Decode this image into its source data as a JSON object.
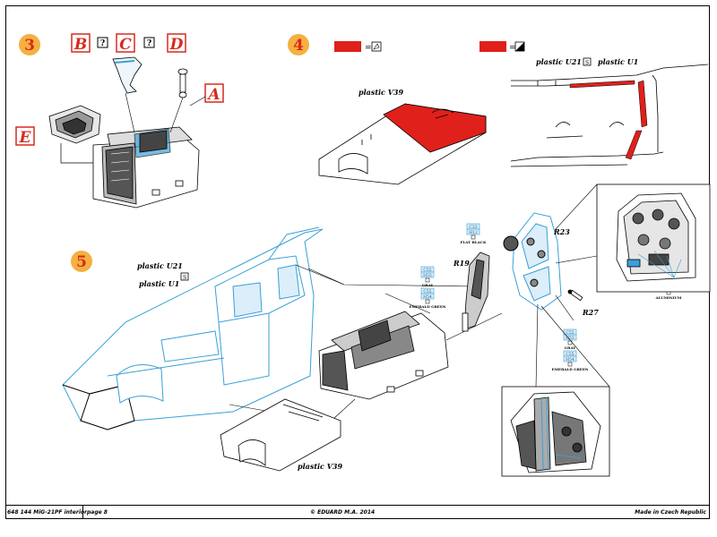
{
  "colors": {
    "step_circle_fill": "#f5b041",
    "step_circle_text": "#d62b1e",
    "red": "#e0201b",
    "blue": "#3aa0d8",
    "line": "#000000"
  },
  "steps": [
    {
      "number": "3"
    },
    {
      "number": "4"
    },
    {
      "number": "5"
    }
  ],
  "step3": {
    "parts": [
      "B",
      "C",
      "D",
      "A",
      "E"
    ],
    "query_glyph": "?"
  },
  "step4": {
    "legend": [
      {
        "symbol": "=",
        "icon": "photo-etch-icon"
      },
      {
        "symbol": "=",
        "icon": "halftone-icon"
      }
    ],
    "label_v39": "plastic V39",
    "label_u21": "plastic U21",
    "label_u1": "plastic U1",
    "sym_u21": "S"
  },
  "step5": {
    "label_u21": "plastic U21",
    "sym_u21": "S",
    "label_u1": "plastic U1",
    "label_v39": "plastic V39",
    "parts": {
      "r19": "R19",
      "r23": "R23",
      "r27": "R27"
    },
    "colors": [
      {
        "codes": [
          "C33",
          "H12"
        ],
        "name": "FLAT BLACK"
      },
      {
        "codes": [
          "C55",
          "H55"
        ],
        "name": "GRAY"
      },
      {
        "codes": [
          "C55",
          "H54"
        ],
        "name": "EMERALD GREEN"
      },
      {
        "codes": [
          "C55",
          "H55"
        ],
        "name": "GRAY"
      },
      {
        "codes": [
          "C55",
          "H54"
        ],
        "name": "EMERALD GREEN"
      },
      {
        "codes": [
          "C08",
          "H08"
        ],
        "name": "ALUMINIUM"
      }
    ]
  },
  "footer": {
    "title": "648 144 MiG-21PF interior",
    "page": "page 8",
    "copyright": "© EDUARD M.A. 2014",
    "made_in": "Made in Czech Republic"
  }
}
